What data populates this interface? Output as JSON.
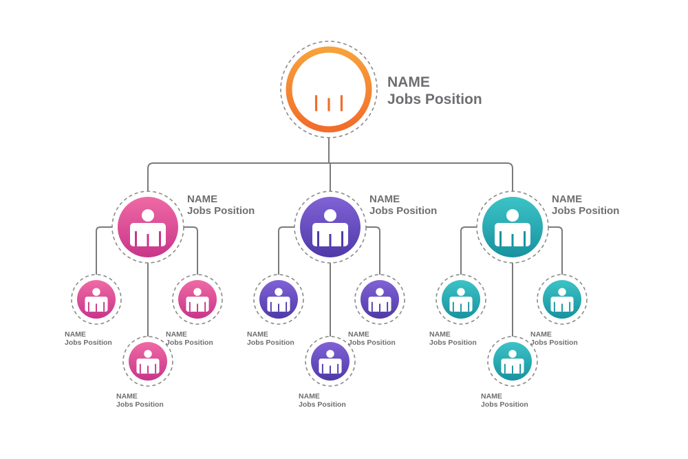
{
  "colors": {
    "root": [
      "#f7a23b",
      "#f26c2a"
    ],
    "team1": [
      "#ef6aa4",
      "#c8358a"
    ],
    "team2": [
      "#8062d6",
      "#4f3aa8"
    ],
    "team3": [
      "#3cc3c6",
      "#18929f"
    ],
    "connector": "#7a7a7a",
    "dashed_ring": "#8a8a8a",
    "label": "#6d6e71"
  },
  "root": {
    "name": "NAME",
    "position": "Jobs Position",
    "color": "root",
    "icon": "person-icon"
  },
  "teams": [
    {
      "name": "NAME",
      "position": "Jobs Position",
      "color": "team1",
      "icon": "person-icon",
      "members": [
        {
          "name": "NAME",
          "position": "Jobs Position"
        },
        {
          "name": "NAME",
          "position": "Jobs Position"
        },
        {
          "name": "NAME",
          "position": "Jobs Position"
        }
      ]
    },
    {
      "name": "NAME",
      "position": "Jobs Position",
      "color": "team2",
      "icon": "person-icon",
      "members": [
        {
          "name": "NAME",
          "position": "Jobs Position"
        },
        {
          "name": "NAME",
          "position": "Jobs Position"
        },
        {
          "name": "NAME",
          "position": "Jobs Position"
        }
      ]
    },
    {
      "name": "NAME",
      "position": "Jobs Position",
      "color": "team3",
      "icon": "person-icon",
      "members": [
        {
          "name": "NAME",
          "position": "Jobs Position"
        },
        {
          "name": "NAME",
          "position": "Jobs Position"
        },
        {
          "name": "NAME",
          "position": "Jobs Position"
        }
      ]
    }
  ]
}
